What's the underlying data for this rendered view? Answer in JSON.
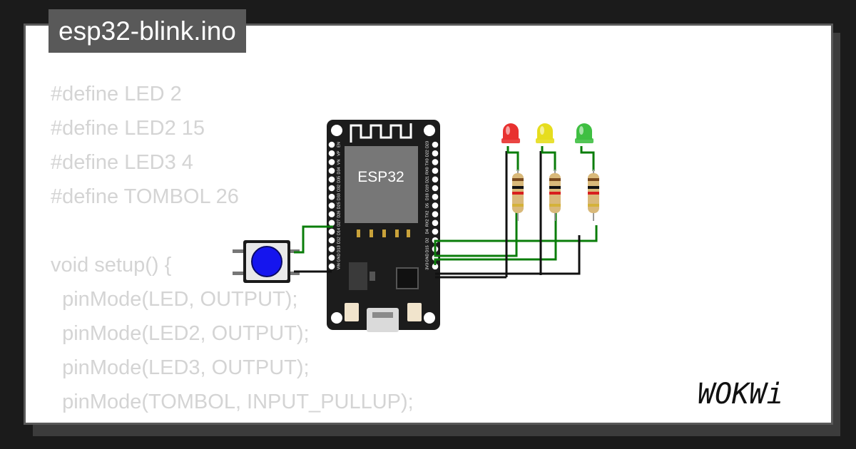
{
  "title": "esp32-blink.ino",
  "code_lines": [
    "#define LED 2",
    "#define LED2 15",
    "#define LED3 4",
    "#define TOMBOL 26",
    "",
    "void setup() {",
    "  pinMode(LED, OUTPUT);",
    "  pinMode(LED2, OUTPUT);",
    "  pinMode(LED3, OUTPUT);",
    "  pinMode(TOMBOL, INPUT_PULLUP);",
    "}"
  ],
  "board": {
    "chip_label": "ESP32",
    "left_pins": [
      "EN",
      "VP",
      "VN",
      "D34",
      "D35",
      "D32",
      "D33",
      "D25",
      "D26",
      "D27",
      "D14",
      "D12",
      "D13",
      "GND",
      "VIN"
    ],
    "right_pins": [
      "D23",
      "D22",
      "TX0",
      "RX0",
      "D21",
      "D19",
      "D18",
      "D5",
      "TX2",
      "RX2",
      "D4",
      "D2",
      "D15",
      "GND",
      "3V3"
    ]
  },
  "leds": [
    {
      "color": "red",
      "fill": "#e8312f"
    },
    {
      "color": "yellow",
      "fill": "#e6dd1e"
    },
    {
      "color": "green",
      "fill": "#3fbf42"
    }
  ],
  "wire_colors": {
    "signal": "#0a7d0a",
    "ground": "#111111"
  },
  "button_color": "#1515ee",
  "logo_text": "WOKWi"
}
